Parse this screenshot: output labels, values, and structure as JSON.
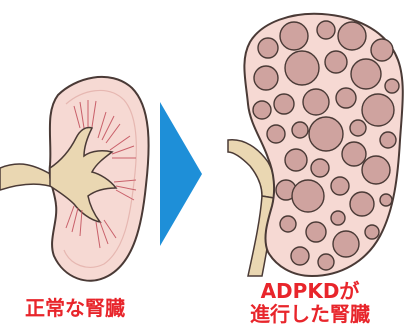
{
  "labels": {
    "normal": "正常な腎臓",
    "adpkd_line1": "ADPKDが",
    "adpkd_line2": "進行した腎臓"
  },
  "colors": {
    "kidney_fill": "#f6d9d3",
    "kidney_outline": "#4a3a36",
    "pelvis_fill": "#ead7b2",
    "pyramid_line": "#c9606a",
    "cyst_fill": "#cfa39f",
    "arrow": "#1e8fd8",
    "caption": "#e8252b"
  },
  "icons": {
    "transition": "right-triangle-arrow-icon"
  }
}
